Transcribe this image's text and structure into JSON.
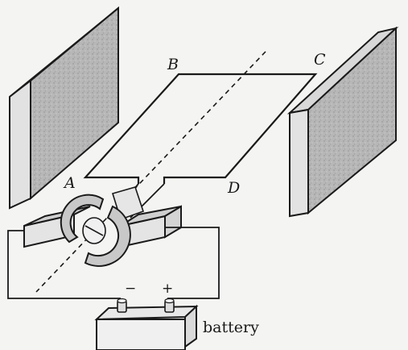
{
  "labels": {
    "corner_a": "A",
    "corner_b": "B",
    "corner_c": "C",
    "corner_d": "D",
    "minus": "−",
    "plus": "+",
    "battery": "battery"
  },
  "colors": {
    "ink": "#1a1a1a",
    "magnet_face": "#b9b9b9",
    "magnet_side": "#d8d8d8",
    "background": "#f4f4f2"
  },
  "icons": {
    "split_ring": "commutator-icon",
    "brush": "brush-icon",
    "battery": "battery-icon"
  }
}
